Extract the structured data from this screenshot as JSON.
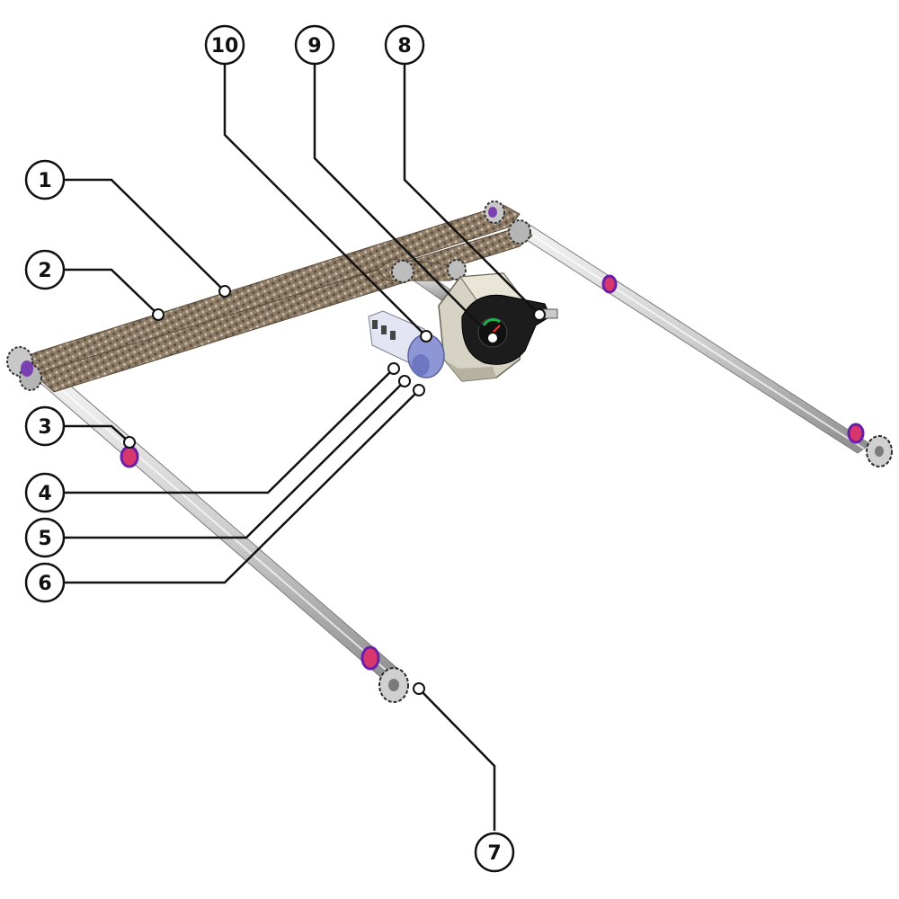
{
  "figure": {
    "callouts": [
      {
        "label": "1"
      },
      {
        "label": "2"
      },
      {
        "label": "3"
      },
      {
        "label": "4"
      },
      {
        "label": "5"
      },
      {
        "label": "6"
      },
      {
        "label": "7"
      },
      {
        "label": "8"
      },
      {
        "label": "9"
      },
      {
        "label": "10"
      }
    ]
  }
}
